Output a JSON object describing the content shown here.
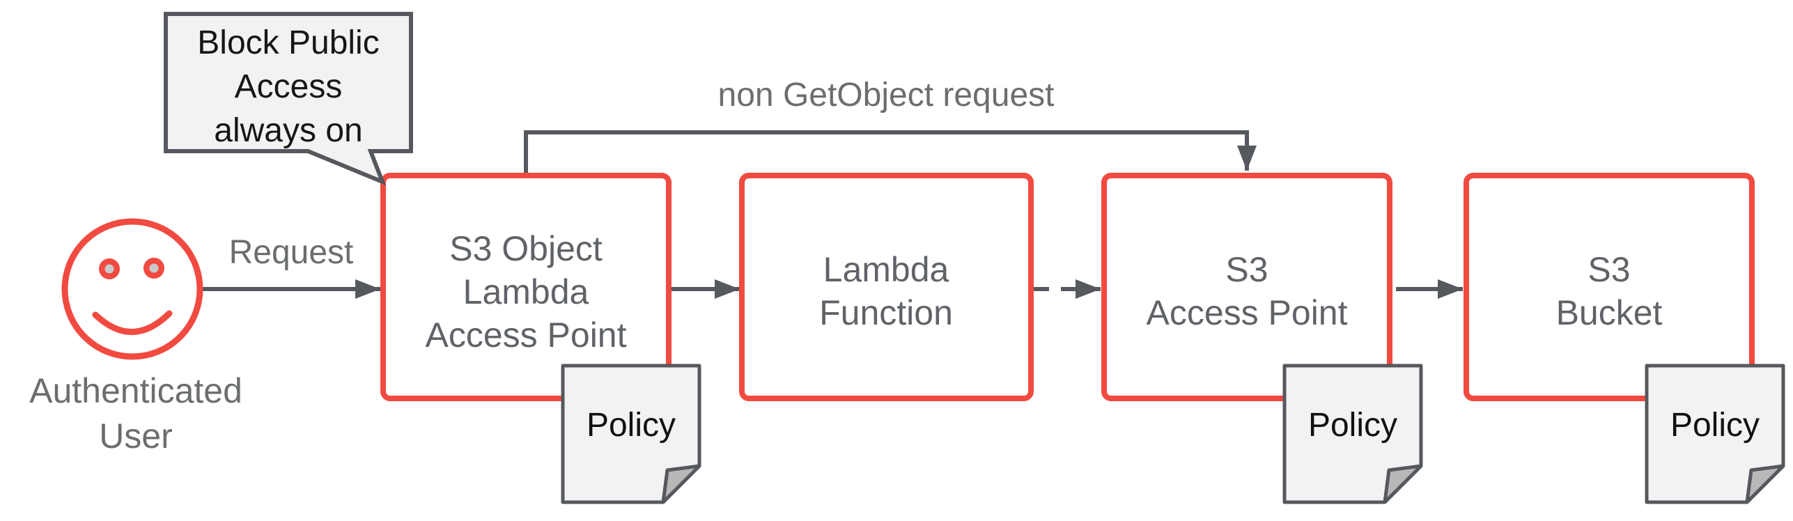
{
  "colors": {
    "accent_red": "#f14a40",
    "ink_gray": "#55585c",
    "node_label_gray": "#5f6368",
    "edge_label_gray": "#6b6e70",
    "panel_fill": "#f2f2f2",
    "text_black": "#161616"
  },
  "actor": {
    "name": "Authenticated User",
    "line1": "Authenticated",
    "line2": "User"
  },
  "callout": {
    "text": "Block Public Access always on",
    "line1": "Block Public",
    "line2": "Access",
    "line3": "always on"
  },
  "edges": {
    "request_label": "Request",
    "skip_label": "non GetObject request"
  },
  "nodes": [
    {
      "name": "S3 Object Lambda Access Point",
      "line1": "S3 Object",
      "line2": "Lambda",
      "line3": "Access Point"
    },
    {
      "name": "Lambda Function",
      "line1": "Lambda",
      "line2": "Function"
    },
    {
      "name": "S3 Access Point",
      "line1": "S3",
      "line2": "Access Point"
    },
    {
      "name": "S3 Bucket",
      "line1": "S3",
      "line2": "Bucket"
    }
  ],
  "policies": [
    {
      "label": "Policy"
    },
    {
      "label": "Policy"
    },
    {
      "label": "Policy"
    }
  ]
}
